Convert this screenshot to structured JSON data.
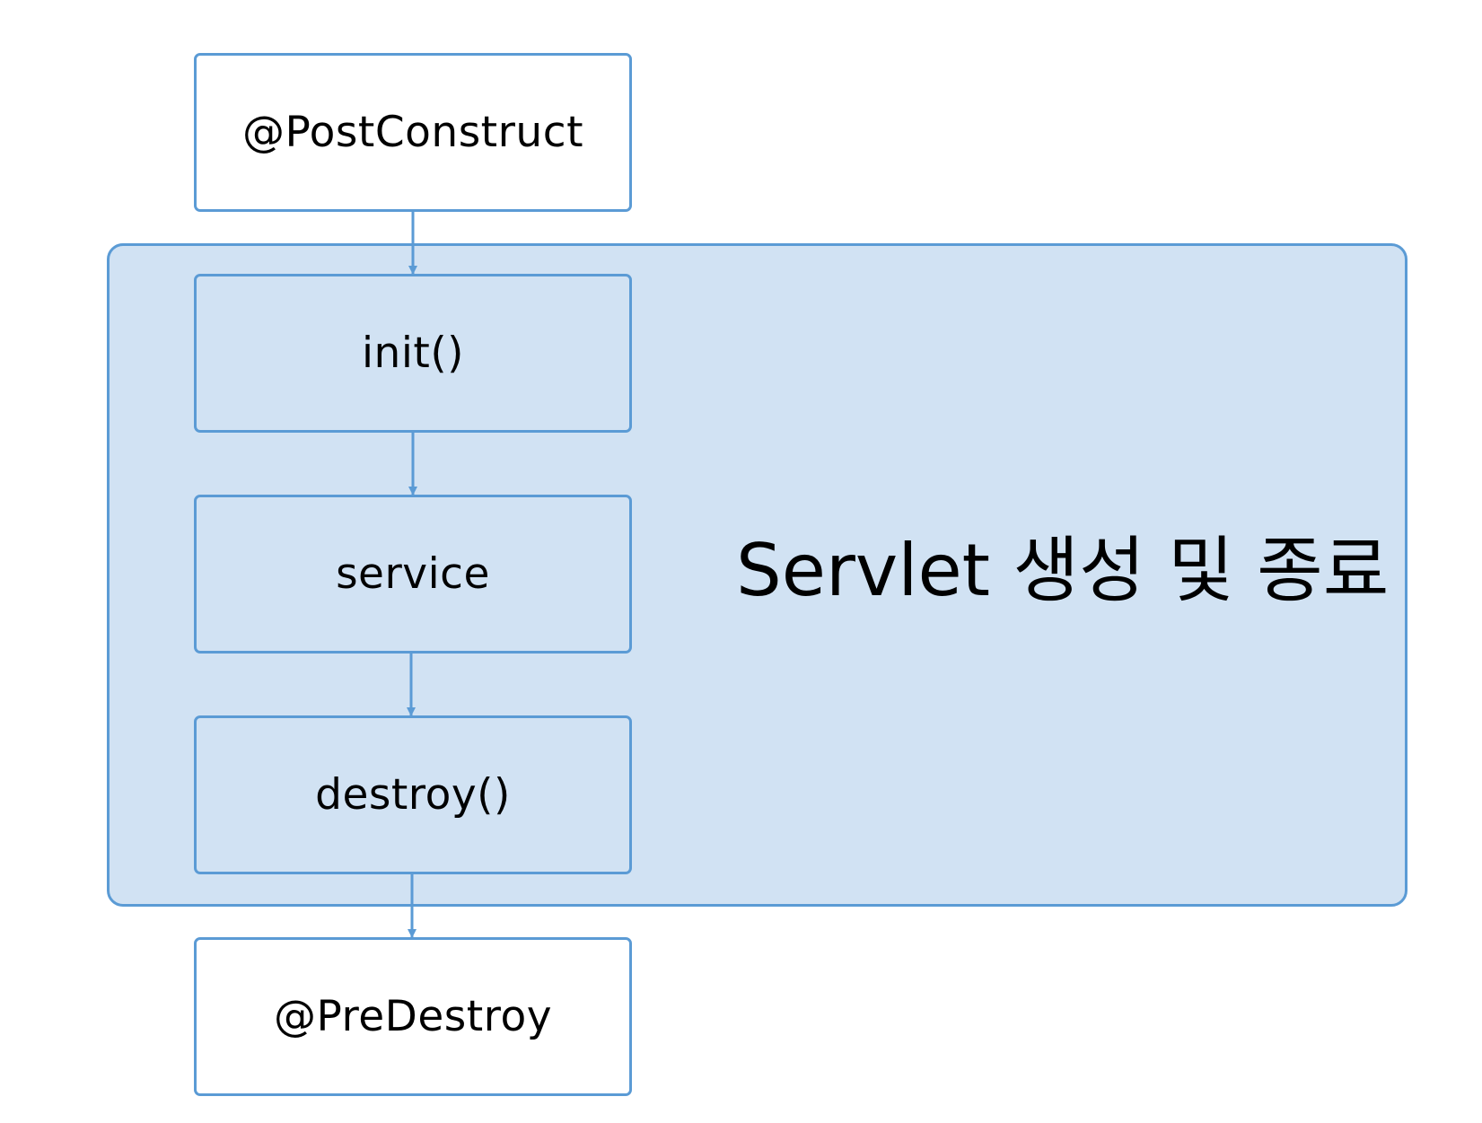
{
  "diagram": {
    "group_label": "Servlet 생성 및 종료",
    "nodes": [
      {
        "id": "postconstruct",
        "label": "@PostConstruct"
      },
      {
        "id": "init",
        "label": "init()"
      },
      {
        "id": "service",
        "label": "service"
      },
      {
        "id": "destroy",
        "label": "destroy()"
      },
      {
        "id": "predestroy",
        "label": "@PreDestroy"
      }
    ],
    "edges": [
      {
        "from": "postconstruct",
        "to": "init"
      },
      {
        "from": "init",
        "to": "service"
      },
      {
        "from": "service",
        "to": "destroy"
      },
      {
        "from": "destroy",
        "to": "predestroy"
      }
    ]
  },
  "colors": {
    "border": "#5b9bd5",
    "group_fill": "#d1e2f3",
    "outer_fill": "#ffffff",
    "text": "#000000"
  }
}
